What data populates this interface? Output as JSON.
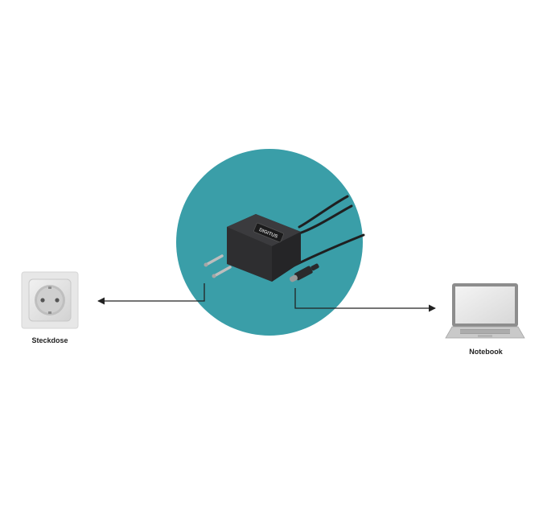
{
  "labels": {
    "socket": "Steckdose",
    "notebook": "Notebook",
    "brand": "DIGITUS"
  },
  "colors": {
    "circle": "#3a9ea8",
    "charger": "#2e2e30",
    "socket_frame": "#e7e7e7",
    "arrow": "#222222"
  },
  "icons": {
    "socket": "wall-socket-icon",
    "charger": "usb-c-charger-icon",
    "notebook": "laptop-icon"
  }
}
